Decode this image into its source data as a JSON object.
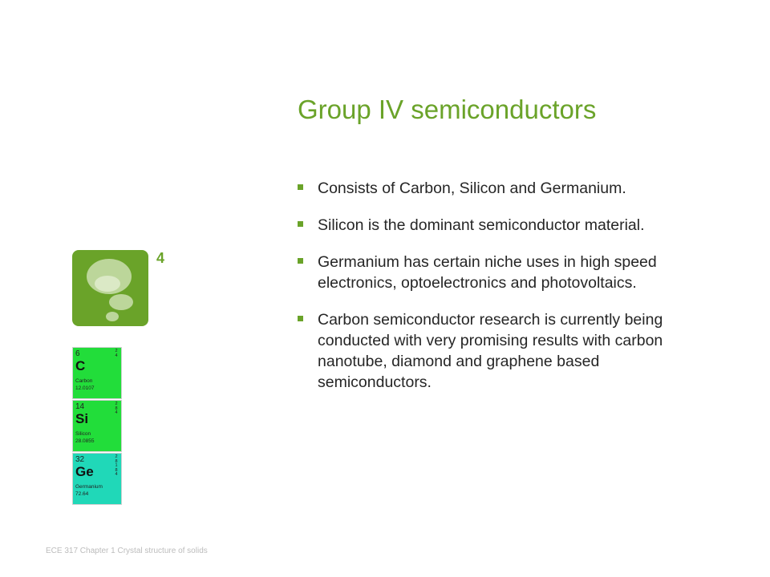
{
  "slide": {
    "title": "Group IV semiconductors",
    "number": "4",
    "bullets": [
      "Consists of Carbon, Silicon and Germanium.",
      "Silicon is the dominant semiconductor material.",
      "Germanium has certain niche uses in high speed electronics, optoelectronics and photovoltaics.",
      "Carbon semiconductor research is currently being conducted with very promising results with carbon nanotube, diamond and graphene based semiconductors."
    ],
    "footer": "ECE 317 Chapter 1 Crystal structure of solids"
  },
  "elements": [
    {
      "number": "6",
      "symbol": "C",
      "name": "Carbon",
      "mass": "12.0107",
      "shells": "2 4",
      "color": "#22dd3a"
    },
    {
      "number": "14",
      "symbol": "Si",
      "name": "Silicon",
      "mass": "28.0855",
      "shells": "2 8 4",
      "color": "#22dd3a"
    },
    {
      "number": "32",
      "symbol": "Ge",
      "name": "Germanium",
      "mass": "72.64",
      "shells": "2 8 18 4",
      "color": "#20d8b8"
    }
  ],
  "colors": {
    "accent": "#6aa329",
    "tile": "#6aa329",
    "text": "#262626",
    "footer": "#bcbcbc"
  },
  "icons": {
    "tile": "thought-bubble-icon",
    "bullet": "square-bullet-icon"
  }
}
